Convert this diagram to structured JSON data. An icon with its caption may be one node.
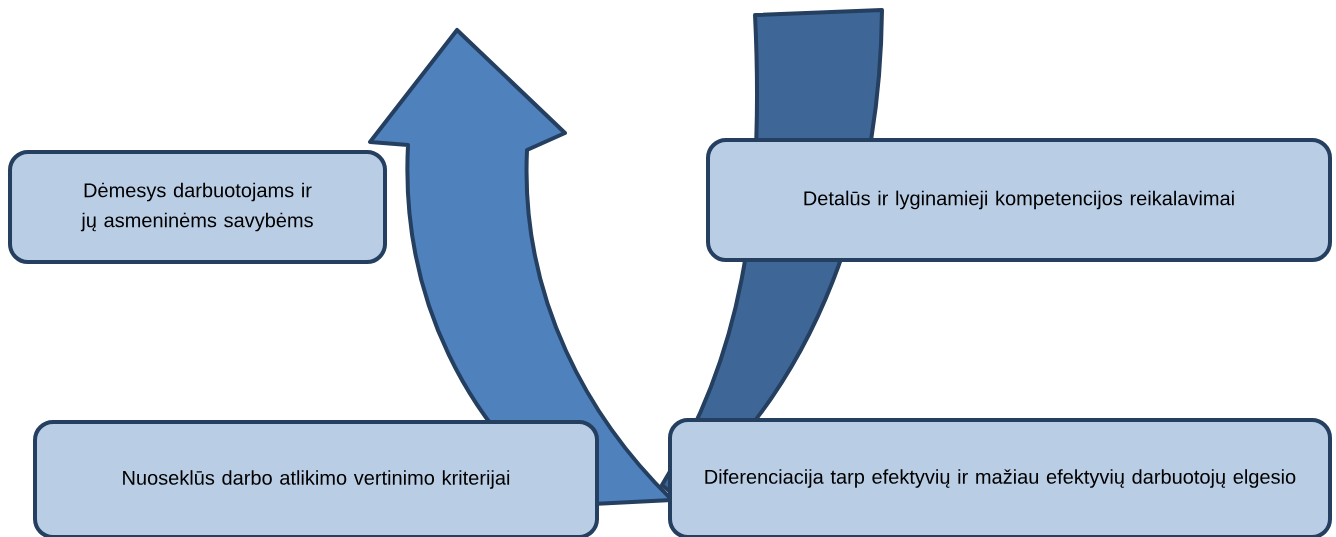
{
  "diagram": {
    "nodes": [
      {
        "text": [
          "Dėmesys darbuotojams ir jų asmeninėms savybėms"
        ]
      },
      {
        "text": [
          "Detalūs ir lyginamieji kompetencijos reikalavimai"
        ]
      },
      {
        "text": [
          "Nuoseklūs darbo atlikimo vertinimo kriterijai"
        ]
      },
      {
        "text": [
          "Diferenciacija tarp efektyvių ir mažiau efektyvių darbuotojų elgesio"
        ]
      }
    ]
  }
}
